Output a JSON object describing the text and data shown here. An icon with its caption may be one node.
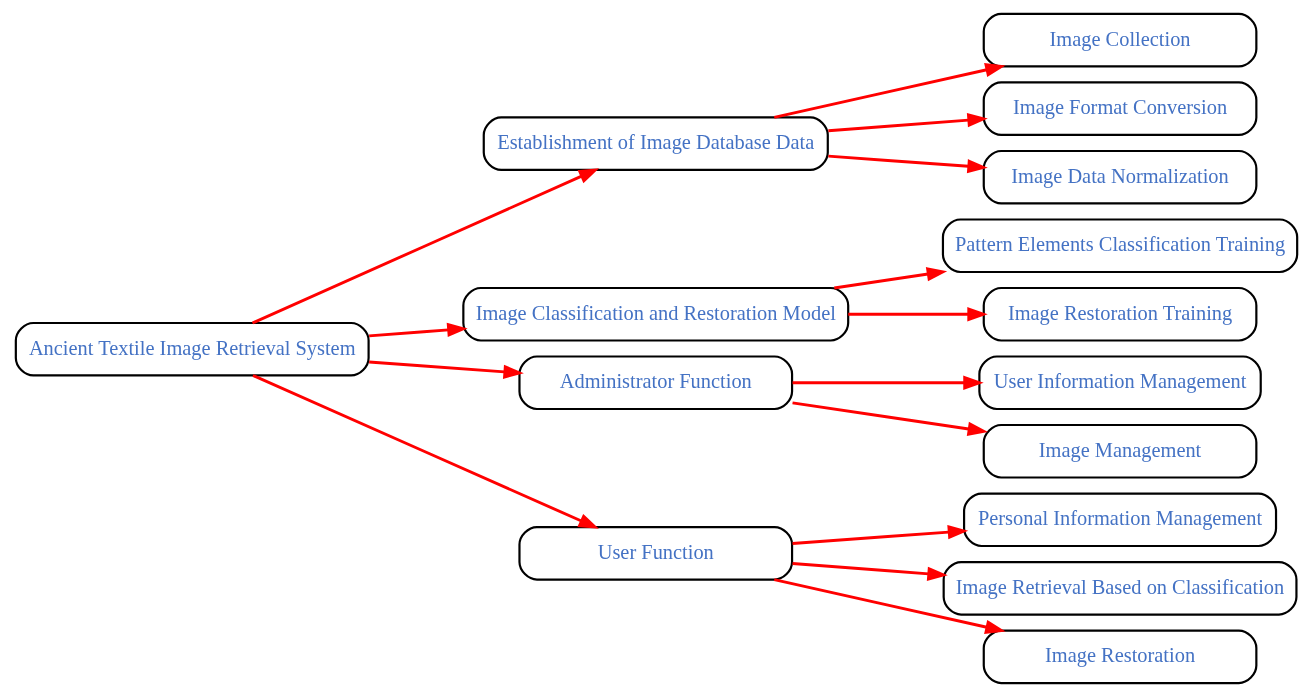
{
  "diagram": {
    "nodes": [
      {
        "text": [
          "Ancient Textile Image Retrieval System"
        ]
      },
      {
        "text": [
          "Establishment of Image Database Data"
        ]
      },
      {
        "text": [
          "Image Collection"
        ]
      },
      {
        "text": [
          "Image Format Conversion"
        ]
      },
      {
        "text": [
          "Image Data Normalization"
        ]
      },
      {
        "text": [
          "Image Classification and Restoration Model"
        ]
      },
      {
        "text": [
          "Pattern Elements Classification Training"
        ]
      },
      {
        "text": [
          "Image Restoration Training"
        ]
      },
      {
        "text": [
          "Administrator Function"
        ]
      },
      {
        "text": [
          "User Information Management"
        ]
      },
      {
        "text": [
          "Image Management"
        ]
      },
      {
        "text": [
          "User Function"
        ]
      },
      {
        "text": [
          "Personal Information Management"
        ]
      },
      {
        "text": [
          "Image Retrieval Based on Classification"
        ]
      },
      {
        "text": [
          "Image Restoration"
        ]
      }
    ],
    "edges": [
      {
        "from": 0,
        "to": 1,
        "arrow": "to"
      },
      {
        "from": 0,
        "to": 5,
        "arrow": "to"
      },
      {
        "from": 0,
        "to": 8,
        "arrow": "to"
      },
      {
        "from": 0,
        "to": 11,
        "arrow": "to"
      },
      {
        "from": 1,
        "to": 2,
        "arrow": "to"
      },
      {
        "from": 1,
        "to": 3,
        "arrow": "to"
      },
      {
        "from": 1,
        "to": 4,
        "arrow": "to"
      },
      {
        "from": 5,
        "to": 6,
        "arrow": "to"
      },
      {
        "from": 5,
        "to": 7,
        "arrow": "to"
      },
      {
        "from": 8,
        "to": 9,
        "arrow": "to"
      },
      {
        "from": 8,
        "to": 10,
        "arrow": "to"
      },
      {
        "from": 11,
        "to": 12,
        "arrow": "to"
      },
      {
        "from": 11,
        "to": 13,
        "arrow": "to"
      },
      {
        "from": 11,
        "to": 14,
        "arrow": "to"
      }
    ]
  }
}
